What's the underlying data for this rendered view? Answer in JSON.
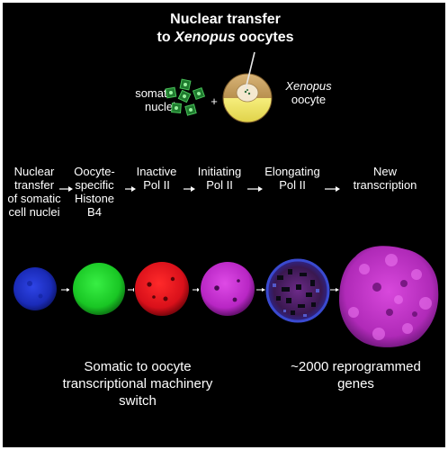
{
  "title": {
    "line1": "Nuclear transfer",
    "line2_prefix": "to ",
    "line2_italic": "Xenopus",
    "line2_suffix": " oocytes"
  },
  "somatic_label": [
    "somatic",
    "nuclei"
  ],
  "plus": "+",
  "xenopus_label": {
    "italic": "Xenopus",
    "rest": "oocyte"
  },
  "steps": [
    {
      "lines": [
        "Nuclear",
        "transfer",
        "of somatic",
        "cell nuclei"
      ]
    },
    {
      "lines": [
        "Oocyte-",
        "specific",
        "Histone",
        "B4"
      ]
    },
    {
      "lines": [
        "Inactive",
        "Pol II"
      ]
    },
    {
      "lines": [
        "Initiating",
        "Pol II"
      ]
    },
    {
      "lines": [
        "Elongating",
        "Pol II"
      ]
    },
    {
      "lines": [
        "New",
        "transcription"
      ]
    }
  ],
  "caption_left": [
    "Somatic to oocyte",
    "transcriptional machinery",
    "switch"
  ],
  "caption_right": [
    "~2000 reprogrammed",
    "genes"
  ],
  "colors": {
    "background": "#000000",
    "somatic_nucleus": "#2a8a3a",
    "stain_blue": "#1e2fc8",
    "stain_green": "#1fd42a",
    "stain_red": "#e0141e",
    "stain_magenta": "#c832d2",
    "stain_purple": "#6a1f8c",
    "oocyte_animal": "#c8a26a",
    "oocyte_vegetal": "#f2e86a"
  }
}
